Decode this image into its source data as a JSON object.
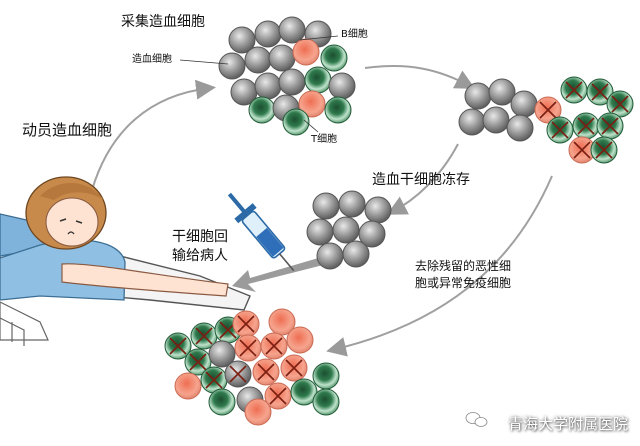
{
  "labels": {
    "collect": "采集造血细胞",
    "mobilize": "动员造血细胞",
    "hsc": "造血细胞",
    "bcell": "B细胞",
    "tcell": "T细胞",
    "freeze": "造血干细胞冻存",
    "remove_line1": "去除残留的恶性细",
    "remove_line2": "胞或异常免疫细胞",
    "return_line1": "干细胞回",
    "return_line2": "输给病人",
    "watermark": "青海大学附属医院"
  },
  "colors": {
    "stem_cell": "#8a8a8a",
    "b_cell": "#f4a48e",
    "t_cell": "#2f7a4d",
    "arrow": "#9a9a9a",
    "cross": "#c0392b"
  },
  "icons": [
    "chat-bubbles-icon",
    "syringe-icon",
    "cross-mark-icon"
  ]
}
